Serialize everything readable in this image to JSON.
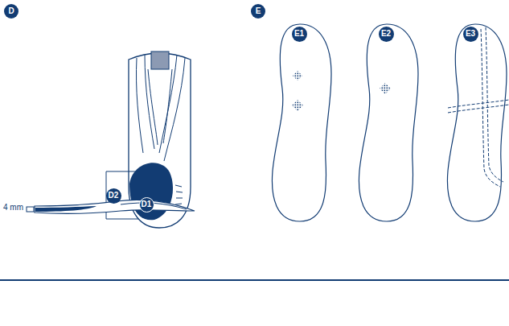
{
  "diagram": {
    "nodes": [
      {
        "text": [
          "D"
        ]
      },
      {
        "text": [
          "D2"
        ]
      },
      {
        "text": [
          "D1"
        ]
      },
      {
        "text": [
          "E"
        ]
      },
      {
        "text": [
          "E1"
        ]
      },
      {
        "text": [
          "E2"
        ]
      },
      {
        "text": [
          "E3"
        ]
      }
    ],
    "labels": [
      "4 mm"
    ]
  }
}
